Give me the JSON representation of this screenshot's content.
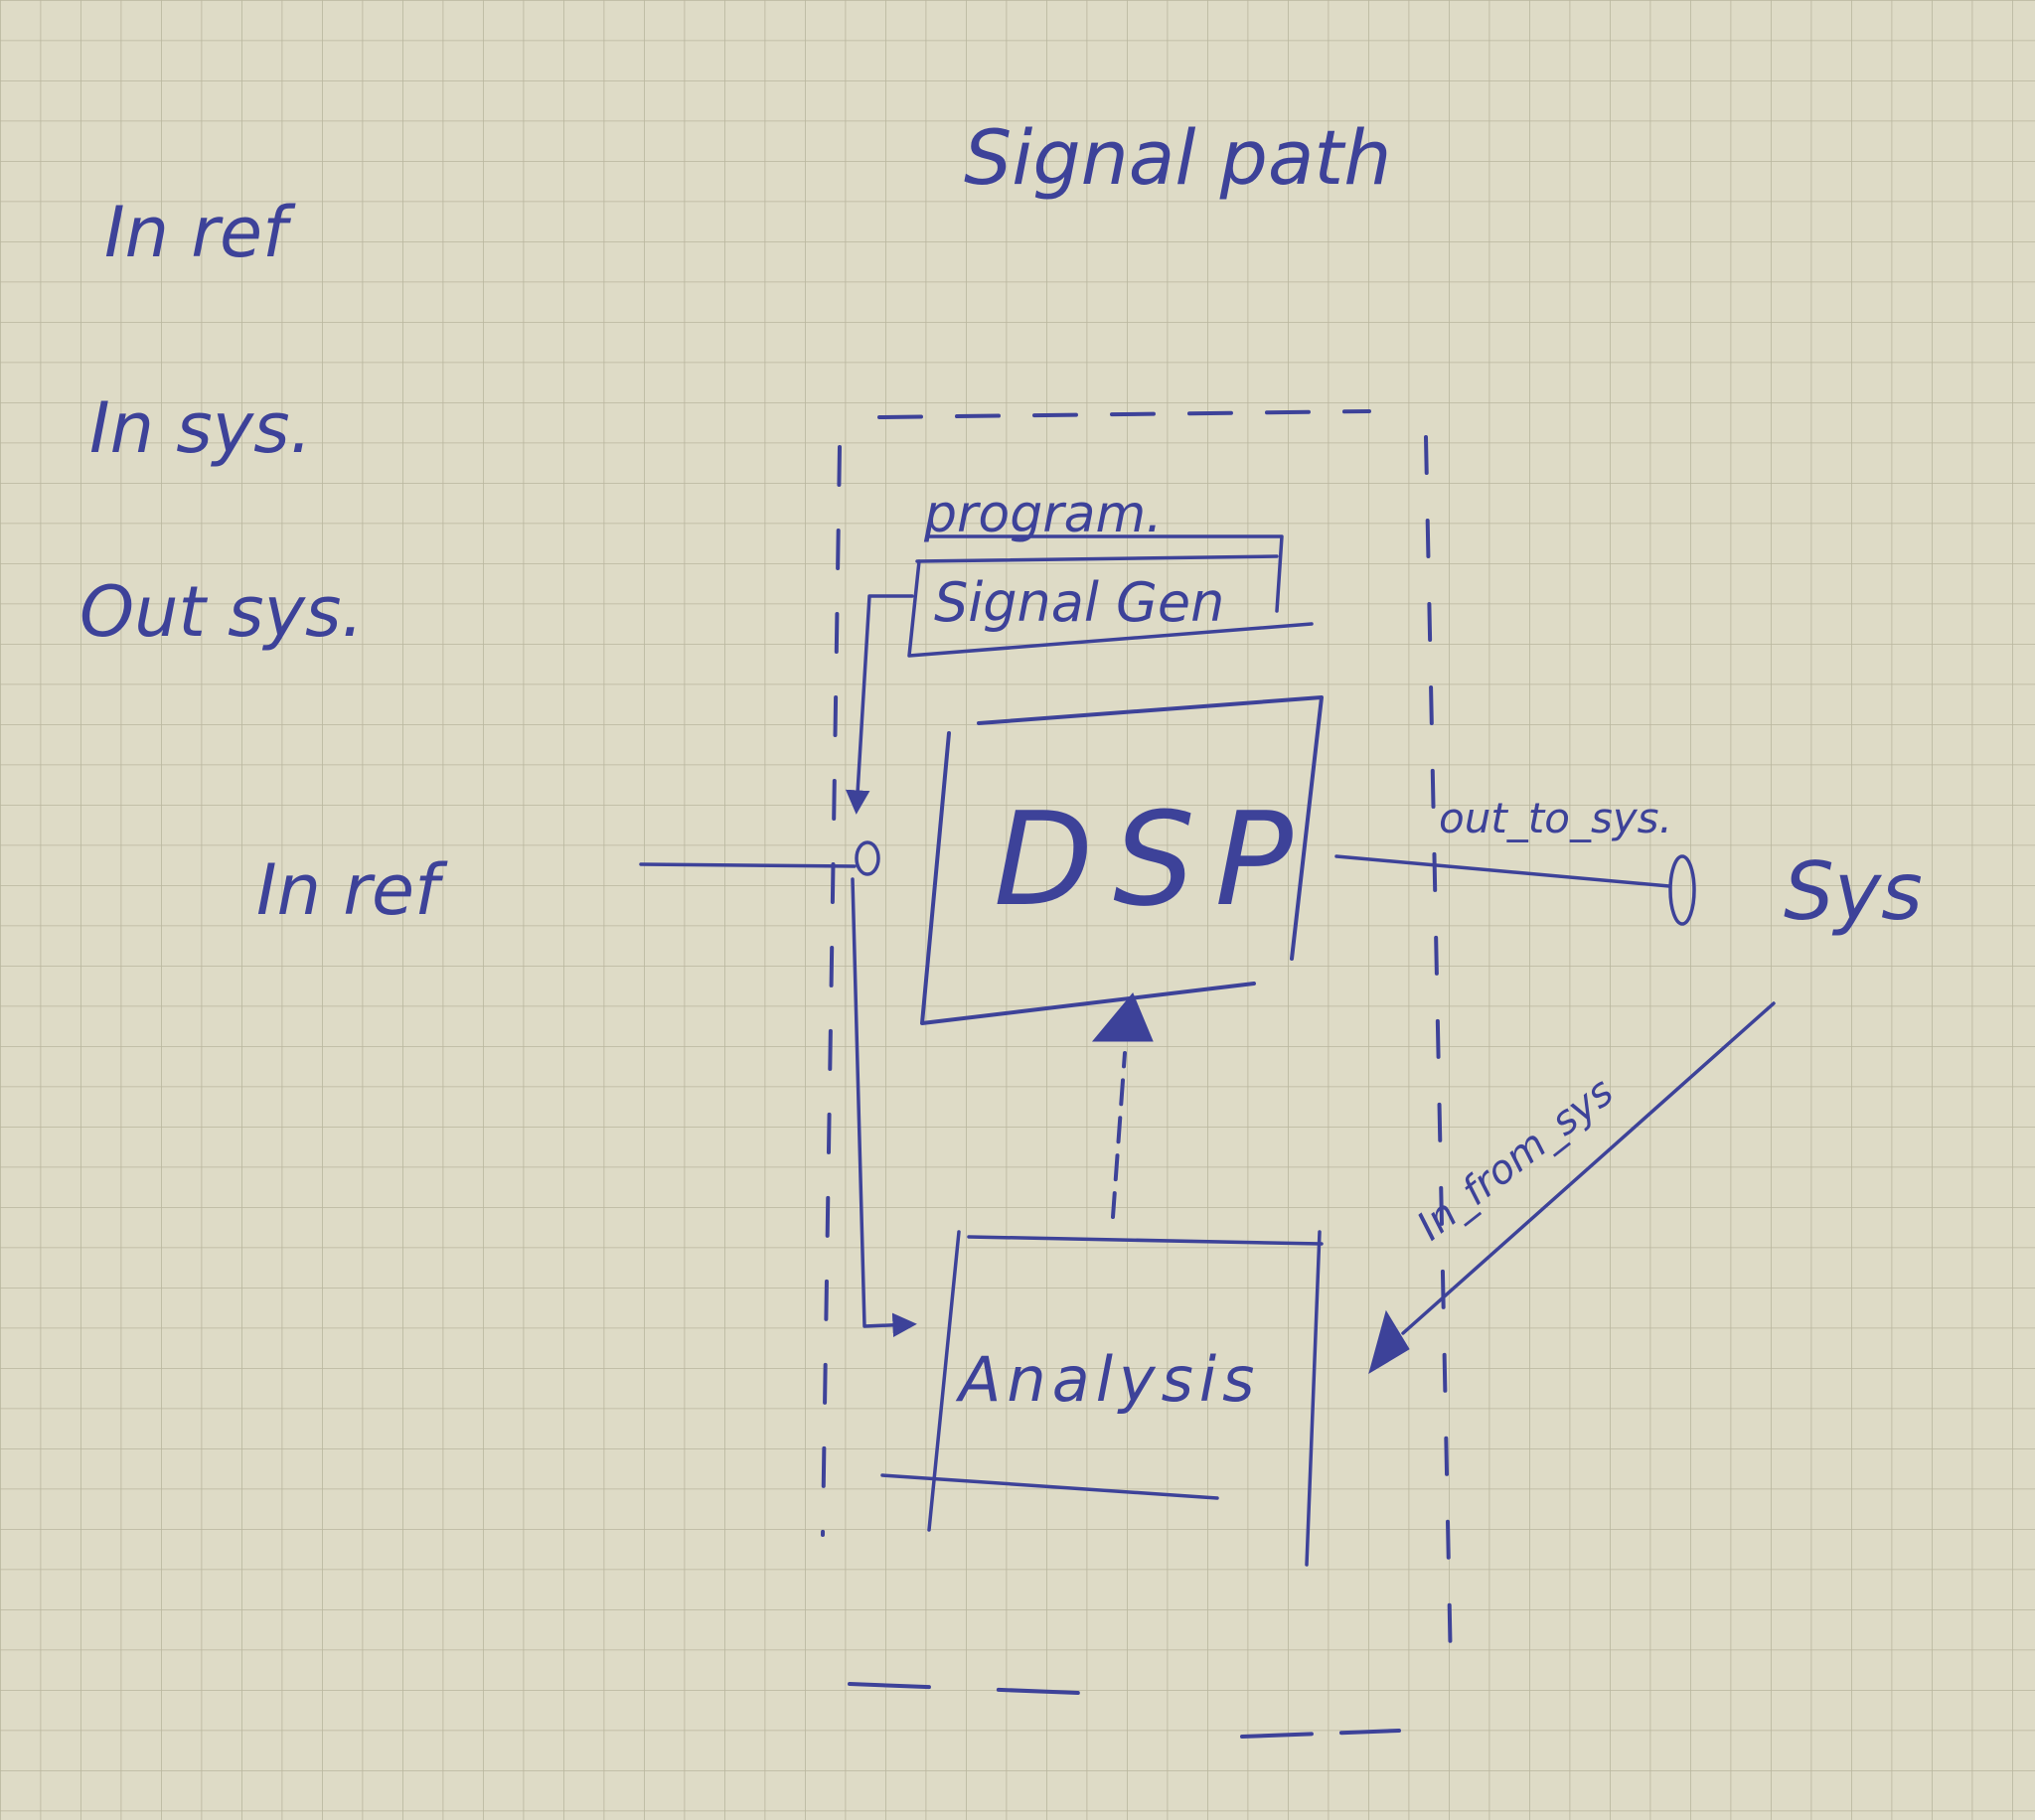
{
  "title": "Signal path",
  "legend": {
    "items": [
      "In ref",
      "In sys.",
      "Out sys."
    ]
  },
  "blocks": {
    "program": "program.",
    "signal_gen": "Signal Gen",
    "dsp": "DSP",
    "analysis": "Analysis"
  },
  "terminals": {
    "in_ref": "In ref",
    "sys": "Sys"
  },
  "connections": {
    "out_to_sys": "out_to_sys.",
    "in_from_sys": "In_from_sys"
  },
  "colors": {
    "paper": "#dedbc6",
    "grid": "#b9b69e",
    "ink": "#3d4299"
  }
}
